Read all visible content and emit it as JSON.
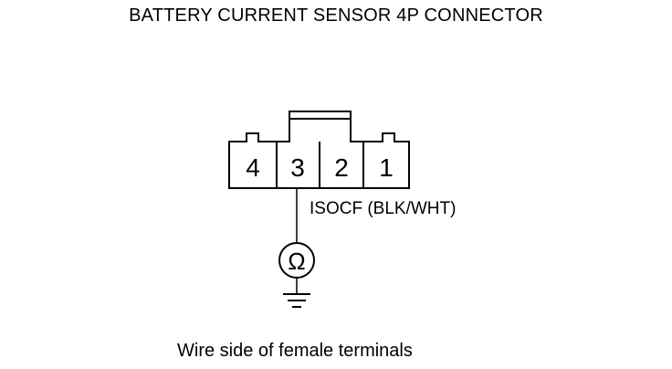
{
  "diagram": {
    "title": "BATTERY CURRENT SENSOR 4P CONNECTOR",
    "connector": {
      "terminals": [
        {
          "label": "4"
        },
        {
          "label": "3"
        },
        {
          "label": "2"
        },
        {
          "label": "1"
        }
      ]
    },
    "wire": {
      "label": "ISOCF (BLK/WHT)",
      "terminal": "3"
    },
    "meter": {
      "symbol": "Ω",
      "icon": "ohmmeter-icon"
    },
    "ground": {
      "icon": "ground-icon"
    },
    "footer": "Wire side of female terminals",
    "colors": {
      "line": "#000000",
      "background": "#ffffff"
    }
  }
}
